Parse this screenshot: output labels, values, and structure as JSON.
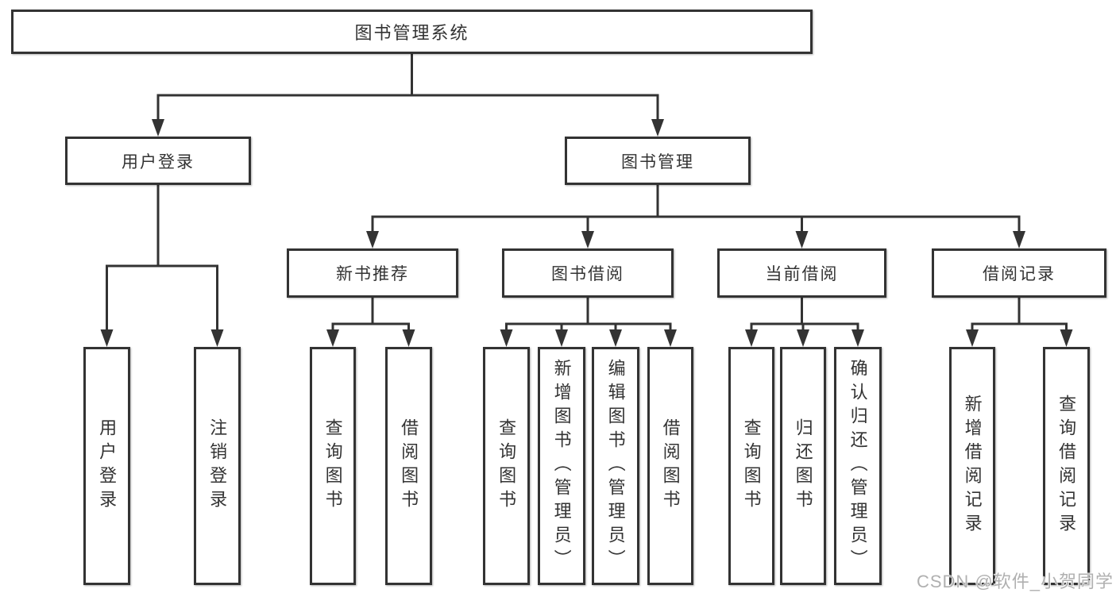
{
  "colors": {
    "background": "#ffffff",
    "line": "#333333",
    "box_border": "#333333",
    "box_background": "#ffffff",
    "text": "#333333",
    "watermark": "#b0b0b0"
  },
  "tree": {
    "root": {
      "label": "图书管理系统",
      "children": [
        {
          "label": "用户登录",
          "children": [
            {
              "label": "用户登录"
            },
            {
              "label": "注销登录"
            }
          ]
        },
        {
          "label": "图书管理",
          "children": [
            {
              "label": "新书推荐",
              "children": [
                {
                  "label": "查询图书"
                },
                {
                  "label": "借阅图书"
                }
              ]
            },
            {
              "label": "图书借阅",
              "children": [
                {
                  "label": "查询图书"
                },
                {
                  "label": "新增图书（管理员）"
                },
                {
                  "label": "编辑图书（管理员）"
                },
                {
                  "label": "借阅图书"
                }
              ]
            },
            {
              "label": "当前借阅",
              "children": [
                {
                  "label": "查询图书"
                },
                {
                  "label": "归还图书"
                },
                {
                  "label": "确认归还（管理员）"
                }
              ]
            },
            {
              "label": "借阅记录",
              "children": [
                {
                  "label": "新增借阅记录"
                },
                {
                  "label": "查询借阅记录"
                }
              ]
            }
          ]
        }
      ]
    }
  },
  "watermark": {
    "text": "CSDN @软件_小贺同学"
  }
}
